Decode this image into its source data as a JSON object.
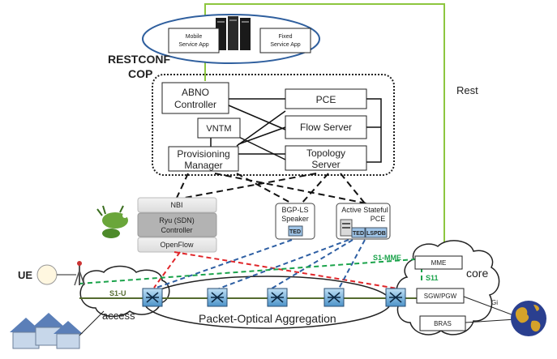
{
  "apps": {
    "mobile": [
      "Mobile",
      "Service App"
    ],
    "fixed": [
      "Fixed",
      "Service App"
    ]
  },
  "labels": {
    "restconf": "RESTCONF",
    "cop": "COP",
    "rest": "Rest",
    "ue": "UE",
    "access": "access",
    "core": "core",
    "aggregation": "Packet-Optical Aggregation",
    "s1u": "S1-U",
    "s1mme": "S1-MME",
    "s11": "S11",
    "gi": "Gi"
  },
  "abno": {
    "controller": [
      "ABNO",
      "Controller"
    ],
    "pce": "PCE",
    "vntm": "VNTM",
    "flow_server": "Flow Server",
    "provisioning": [
      "Provisioning",
      "Manager"
    ],
    "topology": [
      "Topology",
      "Server"
    ]
  },
  "sdn": {
    "nbi": "NBI",
    "ryu": [
      "Ryu (SDN)",
      "Controller"
    ],
    "openflow": "OpenFlow"
  },
  "bgp": {
    "title": [
      "BGP-LS",
      "Speaker"
    ],
    "ted": "TED"
  },
  "stateful_pce": {
    "title": [
      "Active Stateful",
      "PCE"
    ],
    "ted": "TED",
    "lspdb": "LSPDB"
  },
  "core_boxes": {
    "mme": "MME",
    "sgw": "SGW/PGW",
    "bras": "BRAS"
  },
  "colors": {
    "green_link": "#8dc63f",
    "red_dash": "#e0262a",
    "blue_dash": "#2e5fa3",
    "green_dash": "#1ba34b",
    "ellipse_blue": "#2f5f9e",
    "switch_blue": "#7bb8e0"
  }
}
